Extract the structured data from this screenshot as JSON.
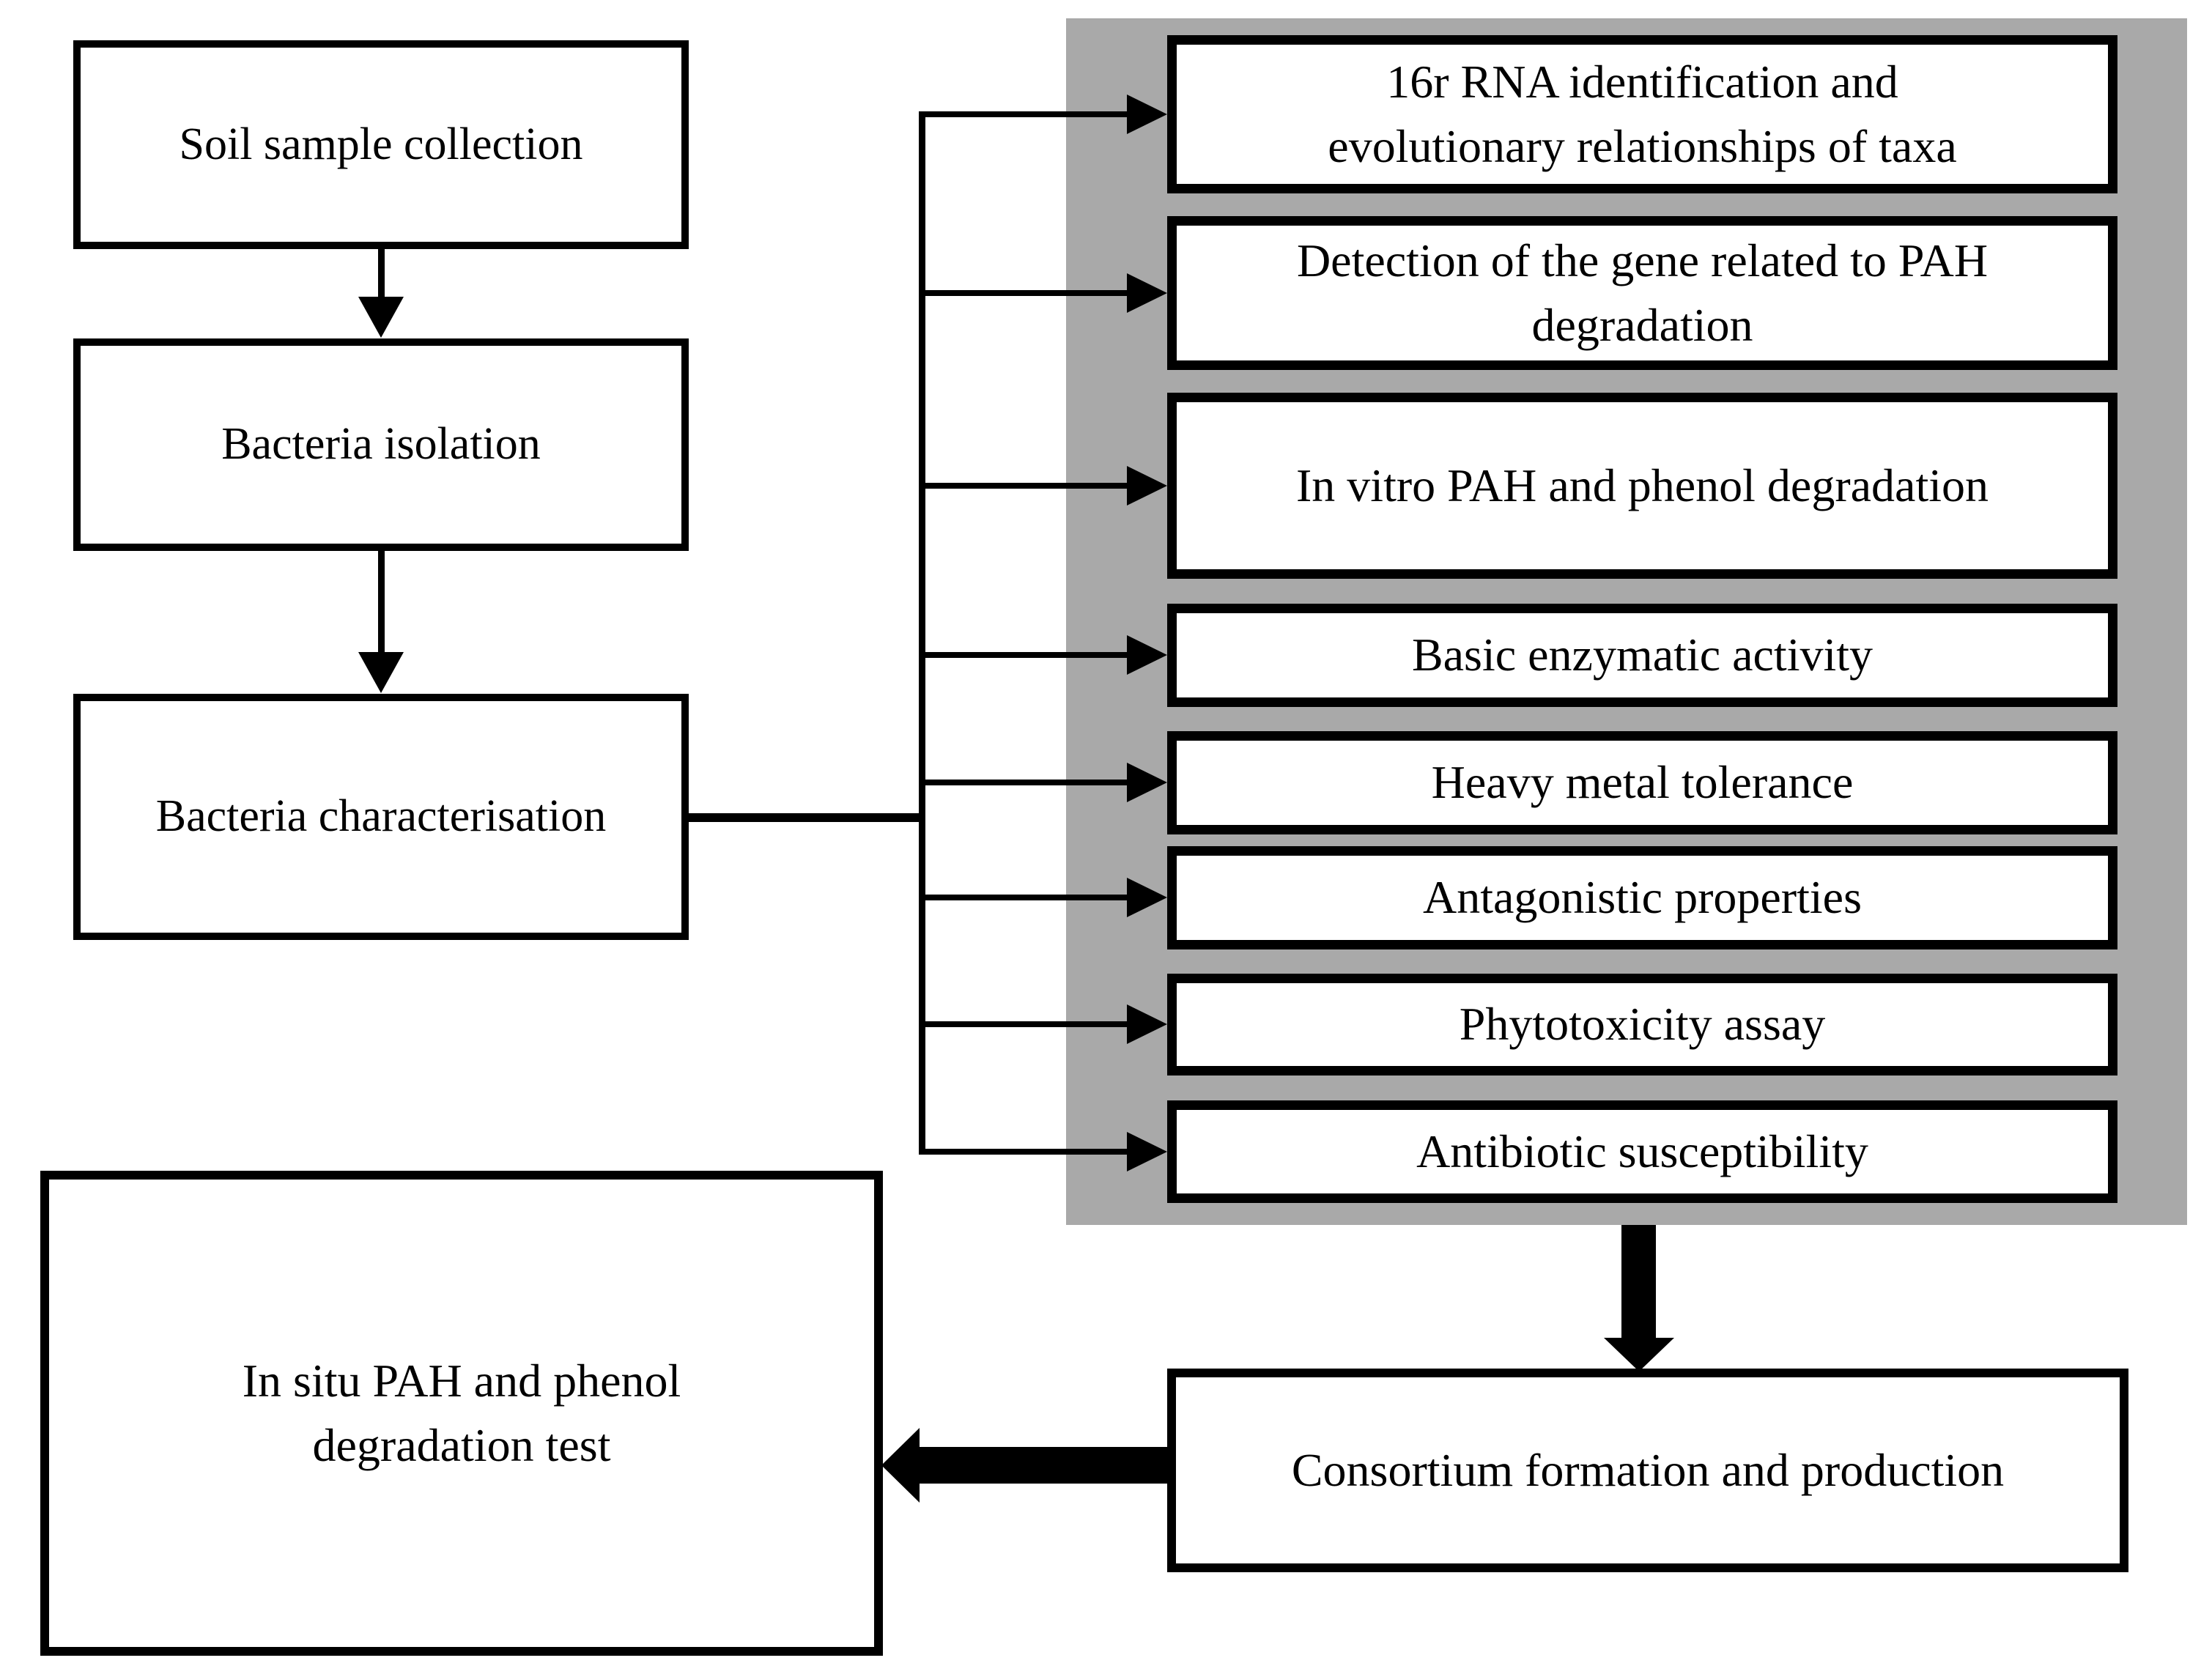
{
  "flow": {
    "left": [
      {
        "label": "Soil sample collection"
      },
      {
        "label": "Bacteria isolation"
      },
      {
        "label": "Bacteria characterisation"
      }
    ],
    "panel": {
      "items": [
        {
          "label": "16r RNA identification and\nevolutionary relationships of taxa"
        },
        {
          "label": "Detection of the gene related to PAH\ndegradation"
        },
        {
          "label": "In vitro PAH and phenol degradation"
        },
        {
          "label": "Basic enzymatic activity"
        },
        {
          "label": "Heavy metal tolerance"
        },
        {
          "label": "Antagonistic properties"
        },
        {
          "label": "Phytotoxicity assay"
        },
        {
          "label": "Antibiotic susceptibility"
        }
      ]
    },
    "bottom": {
      "consortium": {
        "label": "Consortium formation and production"
      },
      "in_situ": {
        "label": "In situ PAH and phenol\ndegradation test"
      }
    },
    "colors": {
      "panel_gray": "#a9a9a9",
      "box_border": "#000000",
      "box_fill": "#ffffff",
      "arrow": "#000000"
    }
  }
}
